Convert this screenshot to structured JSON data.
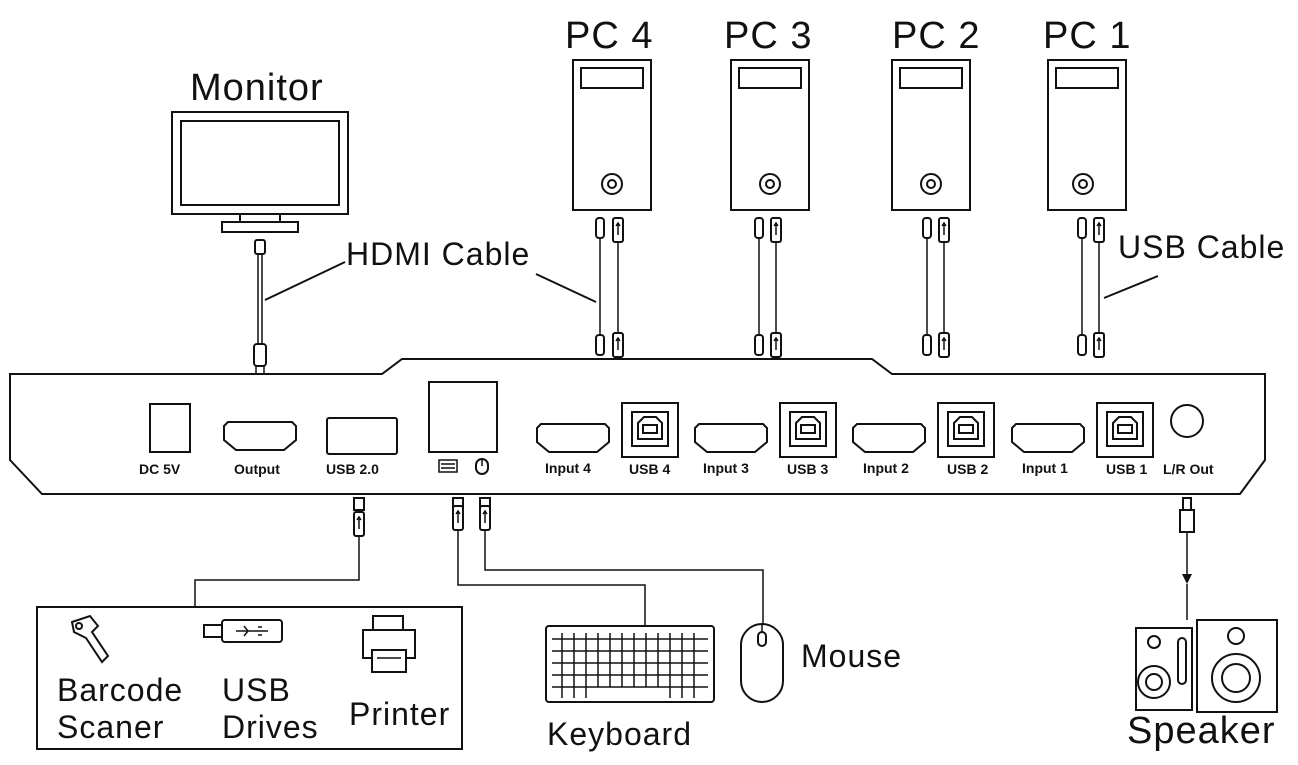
{
  "labels": {
    "monitor": "Monitor",
    "pc4": "PC  4",
    "pc3": "PC  3",
    "pc2": "PC  2",
    "pc1": "PC  1",
    "hdmi_cable": "HDMI Cable",
    "usb_cable": "USB Cable",
    "mouse": "Mouse",
    "keyboard": "Keyboard",
    "speaker": "Speaker",
    "barcode_line1": "Barcode",
    "barcode_line2": "Scaner",
    "usb_drives_line1": "USB",
    "usb_drives_line2": "Drives",
    "printer": "Printer"
  },
  "ports": {
    "dc5v": "DC 5V",
    "output": "Output",
    "usb20": "USB 2.0",
    "input4": "Input 4",
    "usb4": "USB 4",
    "input3": "Input 3",
    "usb3": "USB 3",
    "input2": "Input 2",
    "usb2": "USB 2",
    "input1": "Input 1",
    "usb1": "USB 1",
    "lrout": "L/R Out"
  },
  "icons": [
    "keyboard-port-icon",
    "mouse-port-icon",
    "usb-symbol-icon",
    "speaker-icon",
    "printer-icon",
    "barcode-scanner-icon",
    "usb-drive-icon"
  ]
}
